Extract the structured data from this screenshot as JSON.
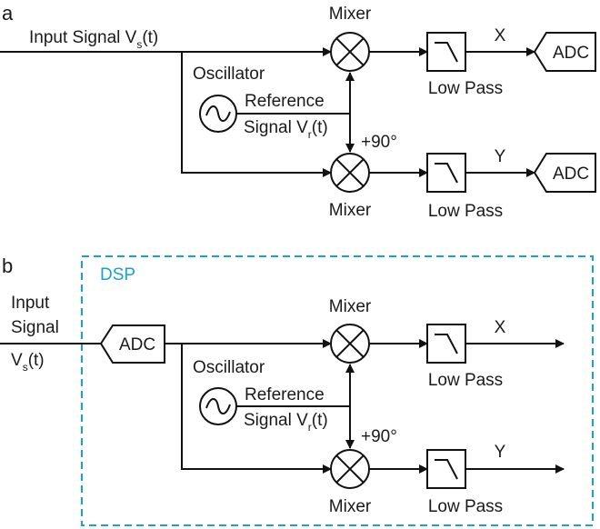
{
  "colors": {
    "line": "#111111",
    "dsp_accent": "#1aa0d6",
    "background": "#ffffff"
  },
  "panel_a": {
    "label": "a",
    "input_label": "Input Signal V",
    "input_sub": "s",
    "input_tail": "(t)",
    "mixer_top_label": "Mixer",
    "mixer_bottom_label": "Mixer",
    "oscillator_label": "Oscillator",
    "reference_label": "Reference",
    "signal_label": "Signal V",
    "signal_sub": "r",
    "signal_tail": "(t)",
    "phase_shift_label": "+90°",
    "lowpass_top_label": "Low Pass",
    "lowpass_bottom_label": "Low Pass",
    "output_x_label": "X",
    "output_y_label": "Y",
    "adc_top_label": "ADC",
    "adc_bottom_label": "ADC"
  },
  "panel_b": {
    "label": "b",
    "dsp_label": "DSP",
    "input_line1": "Input",
    "input_line2": "Signal",
    "input_v": "V",
    "input_sub": "s",
    "input_tail": "(t)",
    "adc_label": "ADC",
    "mixer_top_label": "Mixer",
    "mixer_bottom_label": "Mixer",
    "oscillator_label": "Oscillator",
    "reference_label": "Reference",
    "signal_label": "Signal V",
    "signal_sub": "r",
    "signal_tail": "(t)",
    "phase_shift_label": "+90°",
    "lowpass_top_label": "Low Pass",
    "lowpass_bottom_label": "Low Pass",
    "output_x_label": "X",
    "output_y_label": "Y"
  }
}
